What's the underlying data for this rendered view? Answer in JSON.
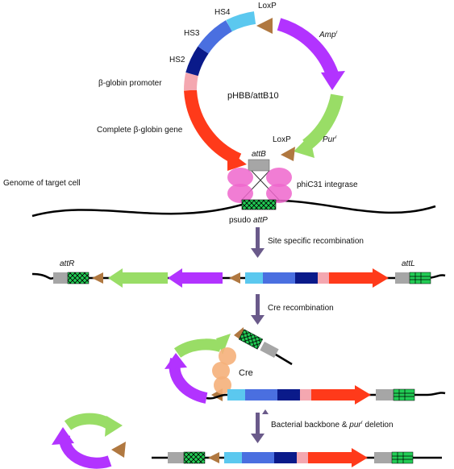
{
  "plasmid": {
    "name": "pHBB/attB10",
    "labels": {
      "hs4": "HS4",
      "hs3": "HS3",
      "hs2": "HS2",
      "promoter": "β-globin promoter",
      "gene": "Complete β-globin gene",
      "loxp_top": "LoxP",
      "loxp_bottom": "LoxP",
      "amp": "Amp",
      "amp_sup": "r",
      "pur": "Pur",
      "pur_sup": "r",
      "attb": "attB"
    }
  },
  "genome": {
    "label": "Genome of target cell",
    "integrase": "phiC31 integrase",
    "attp_prefix": "psudo ",
    "attp_italic": "attP"
  },
  "steps": {
    "step1": "Site specific recombination",
    "step2": "Cre recombination",
    "step3_prefix": "Bacterial backbone & ",
    "step3_italic": "pur",
    "step3_sup": "r",
    "step3_suffix": " deletion"
  },
  "row1": {
    "attR": "attR",
    "attL": "attL"
  },
  "cre": {
    "label": "Cre"
  },
  "colors": {
    "hs4": "#5bc8ef",
    "hs3": "#4a6fe0",
    "hs2": "#0a1a8a",
    "promoter": "#f4a7b0",
    "gene": "#ff3a1a",
    "amp": "#b233ff",
    "pur": "#99dd66",
    "loxp": "#b07840",
    "attsite": "#22cc55",
    "grey": "#a6a6a6",
    "integrase": "#ee66cc",
    "cre": "#f5b07a",
    "arrow": "#6a5a8a"
  }
}
